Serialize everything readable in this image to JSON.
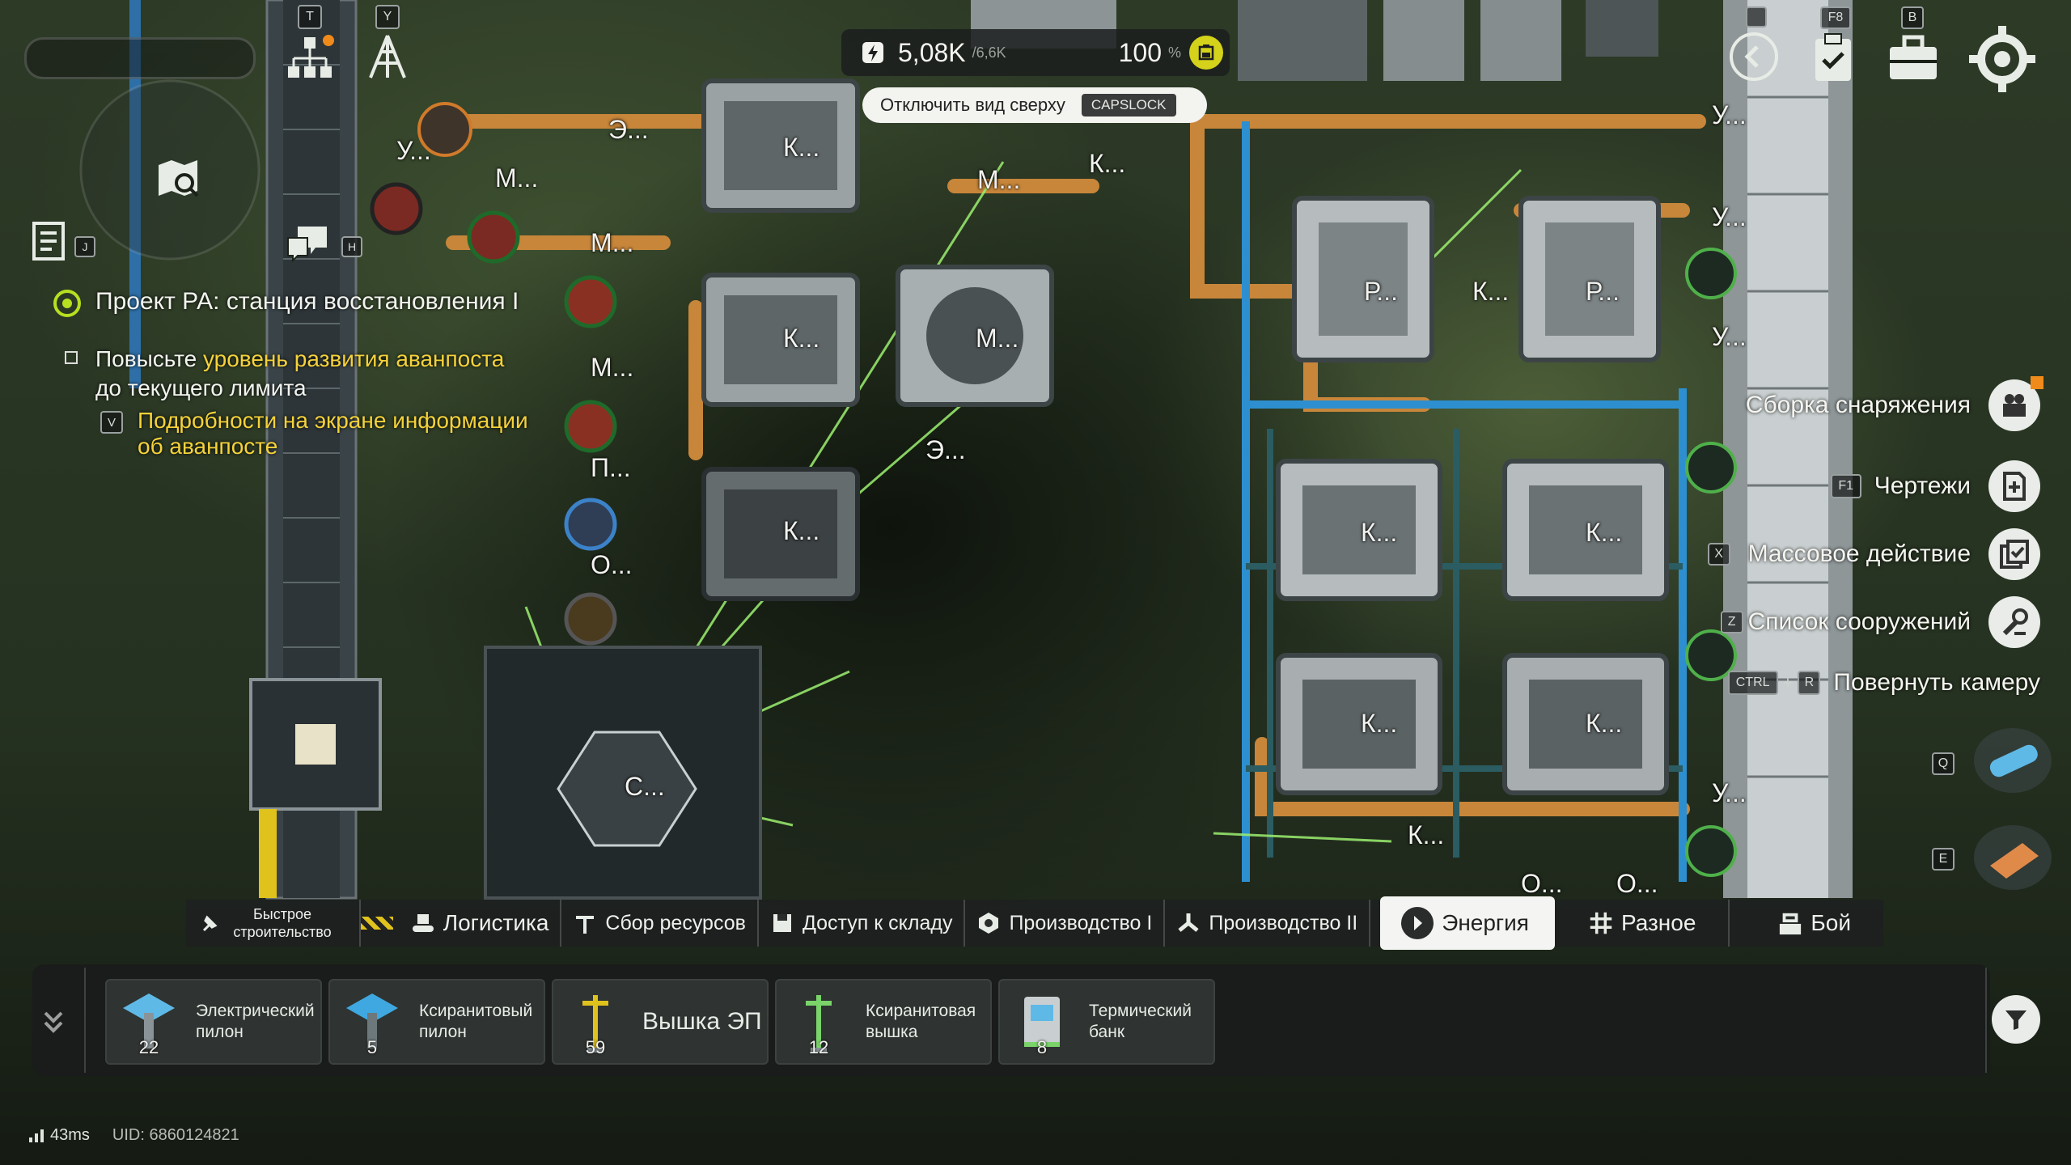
{
  "hud": {
    "power_value": "5,08K",
    "power_capacity": "/6,6K",
    "battery_percent": "100",
    "battery_unit": "%",
    "top_view_tip": "Отключить вид сверху",
    "top_view_key": "CAPSLOCK",
    "hotkeys": {
      "tech_tree": "T",
      "blueprint_tree": "Y",
      "notes": "J",
      "chat": "H",
      "back": "",
      "f8": "F8",
      "bag": "B"
    }
  },
  "objective": {
    "title": "Проект РА: станция восстановления I",
    "task_prefix": "Повысьте ",
    "task_highlight": "уровень развития аванпоста",
    "task_suffix": "до текущего лимита",
    "details_key": "V",
    "details_line1": "Подробности на экране информации",
    "details_line2": "об аванпосте"
  },
  "right_menu": [
    {
      "label": "Сборка снаряжения",
      "key": "",
      "icon": "gear-assembly-icon"
    },
    {
      "label": "Чертежи",
      "key": "F1",
      "icon": "blueprint-add-icon"
    },
    {
      "label": "Массовое действие",
      "key": "X",
      "icon": "mass-action-icon"
    },
    {
      "label": "Список сооружений",
      "key": "Z",
      "icon": "wrench-list-icon"
    },
    {
      "label": "Повернуть камеру",
      "key_combo": [
        "CTRL",
        "+",
        "R"
      ]
    }
  ],
  "side_tools": [
    {
      "key": "Q",
      "icon": "scanner-icon"
    },
    {
      "key": "E",
      "icon": "plate-icon"
    }
  ],
  "world_labels": [
    "У...",
    "М...",
    "Э...",
    "К...",
    "М...",
    "К...",
    "У...",
    "Р...",
    "К...",
    "Р...",
    "У...",
    "М...",
    "М...",
    "К...",
    "М...",
    "Э...",
    "У...",
    "П...",
    "К...",
    "О...",
    "К...",
    "К...",
    "С...",
    "К...",
    "К...",
    "У...",
    "К...",
    "О...",
    "О..."
  ],
  "categories": [
    {
      "label": "Быстрое строительство",
      "icon": "pin-icon",
      "multiline": true
    },
    {
      "label": "Логистика",
      "icon": "conveyor-icon"
    },
    {
      "label": "Сбор ресурсов",
      "icon": "drill-icon"
    },
    {
      "label": "Доступ к складу",
      "icon": "storage-icon"
    },
    {
      "label": "Производство I",
      "icon": "hexagon-icon"
    },
    {
      "label": "Производство II",
      "icon": "fan-icon"
    },
    {
      "label": "Энергия",
      "icon": "energy-icon",
      "active": true
    },
    {
      "label": "Разное",
      "icon": "grid-icon"
    },
    {
      "label": "Бой",
      "icon": "turret-icon"
    }
  ],
  "buildings": [
    {
      "name_line1": "Электрический",
      "name_line2": "пилон",
      "count": "22"
    },
    {
      "name_line1": "Ксиранитовый",
      "name_line2": "пилон",
      "count": "5"
    },
    {
      "name_line1": "Вышка ЭП",
      "name_line2": "",
      "count": "59"
    },
    {
      "name_line1": "Ксиранитовая",
      "name_line2": "вышка",
      "count": "12"
    },
    {
      "name_line1": "Термический",
      "name_line2": "банк",
      "count": "8"
    }
  ],
  "footer": {
    "ping": "43ms",
    "uid": "UID: 6860124821"
  },
  "colors": {
    "accent_yellow": "#f5d23a",
    "pipe_orange": "#c8863a",
    "pipe_blue": "#2d8fcf",
    "power_line": "#9cf070"
  }
}
